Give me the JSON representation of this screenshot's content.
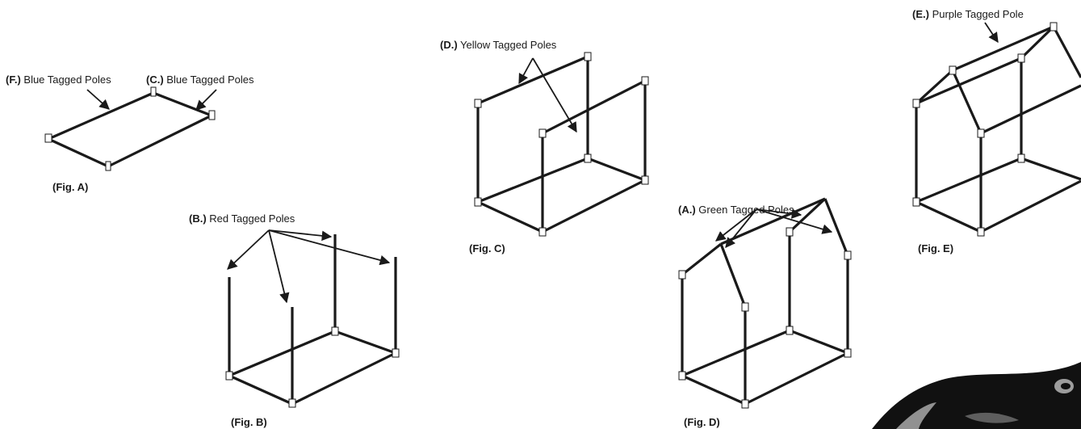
{
  "figures": {
    "a": {
      "caption": "(Fig. A)",
      "label_f_code": "(F.)",
      "label_f_text": " Blue Tagged Poles",
      "label_c_code": "(C.)",
      "label_c_text": " Blue Tagged Poles"
    },
    "b": {
      "caption": "(Fig. B)",
      "label_code": "(B.)",
      "label_text": " Red Tagged Poles"
    },
    "c": {
      "caption": "(Fig. C)",
      "label_code": "(D.)",
      "label_text": " Yellow Tagged Poles"
    },
    "d": {
      "caption": "(Fig. D)",
      "label_code": "(A.)",
      "label_text": " Green Tagged Poles"
    },
    "e": {
      "caption": "(Fig. E)",
      "label_code": "(E.)",
      "label_text": " Purple Tagged Pole"
    }
  },
  "colors": {
    "ink": "#1a1a1a",
    "background": "#ffffff"
  }
}
